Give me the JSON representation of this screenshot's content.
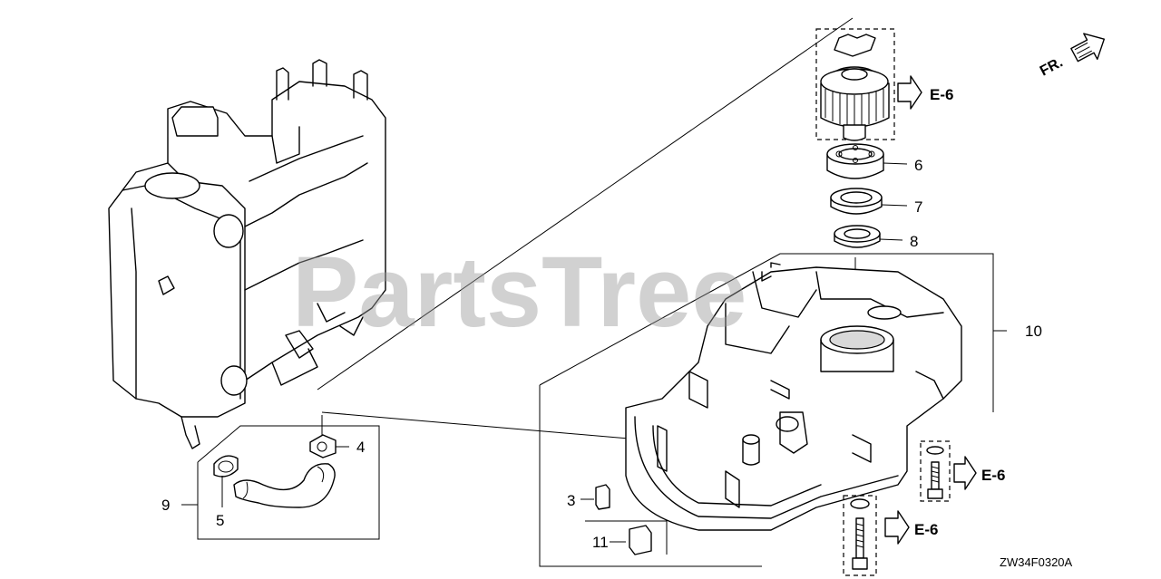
{
  "watermark": "PartsTree",
  "diagram_code": "ZW34F0320A",
  "front_indicator": "FR.",
  "reference_labels": [
    "E-6",
    "E-6",
    "E-6"
  ],
  "callouts": [
    "3",
    "4",
    "5",
    "6",
    "7",
    "8",
    "9",
    "10",
    "11"
  ]
}
